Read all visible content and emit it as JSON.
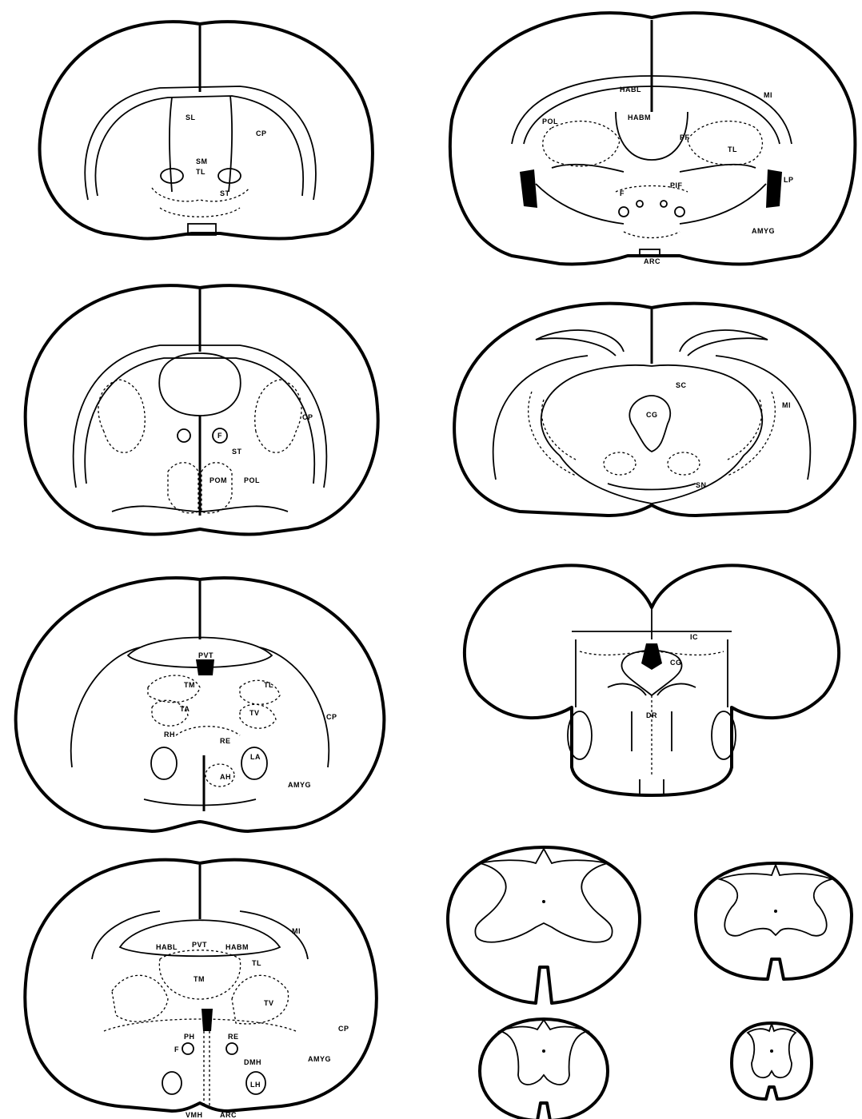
{
  "sections": {
    "s1": {
      "labels": {
        "sl": "SL",
        "cp": "CP",
        "sm": "SM",
        "tl": "TL",
        "st": "ST"
      }
    },
    "s2": {
      "labels": {
        "habl": "HABL",
        "habm": "HABM",
        "mi": "MI",
        "pol": "POL",
        "tl": "TL",
        "pf": "PF",
        "pif": "PIF",
        "f": "F",
        "lp": "LP",
        "amyg": "AMYG",
        "arc": "ARC"
      }
    },
    "s3": {
      "labels": {
        "cp": "CP",
        "f": "F",
        "st": "ST",
        "pom": "POM",
        "pol": "POL"
      }
    },
    "s4": {
      "labels": {
        "sc": "SC",
        "cg": "CG",
        "mi": "MI",
        "sn": "SN"
      }
    },
    "s5": {
      "labels": {
        "pvt": "PVT",
        "tm": "TM",
        "tl": "TL",
        "ta": "TA",
        "tv": "TV",
        "rh": "RH",
        "re": "RE",
        "cp": "CP",
        "ah": "AH",
        "la": "LA",
        "amyg": "AMYG"
      }
    },
    "s6": {
      "labels": {
        "ic": "IC",
        "cg": "CG",
        "dr": "DR"
      }
    },
    "s7": {
      "labels": {
        "habl": "HABL",
        "pvt": "PVT",
        "habm": "HABM",
        "mi": "MI",
        "tl": "TL",
        "tm": "TM",
        "tv": "TV",
        "ph": "PH",
        "re": "RE",
        "f": "F",
        "dmh": "DMH",
        "cp": "CP",
        "amyg": "AMYG",
        "lh": "LH",
        "vmh": "VMH",
        "arc": "ARC"
      }
    }
  }
}
